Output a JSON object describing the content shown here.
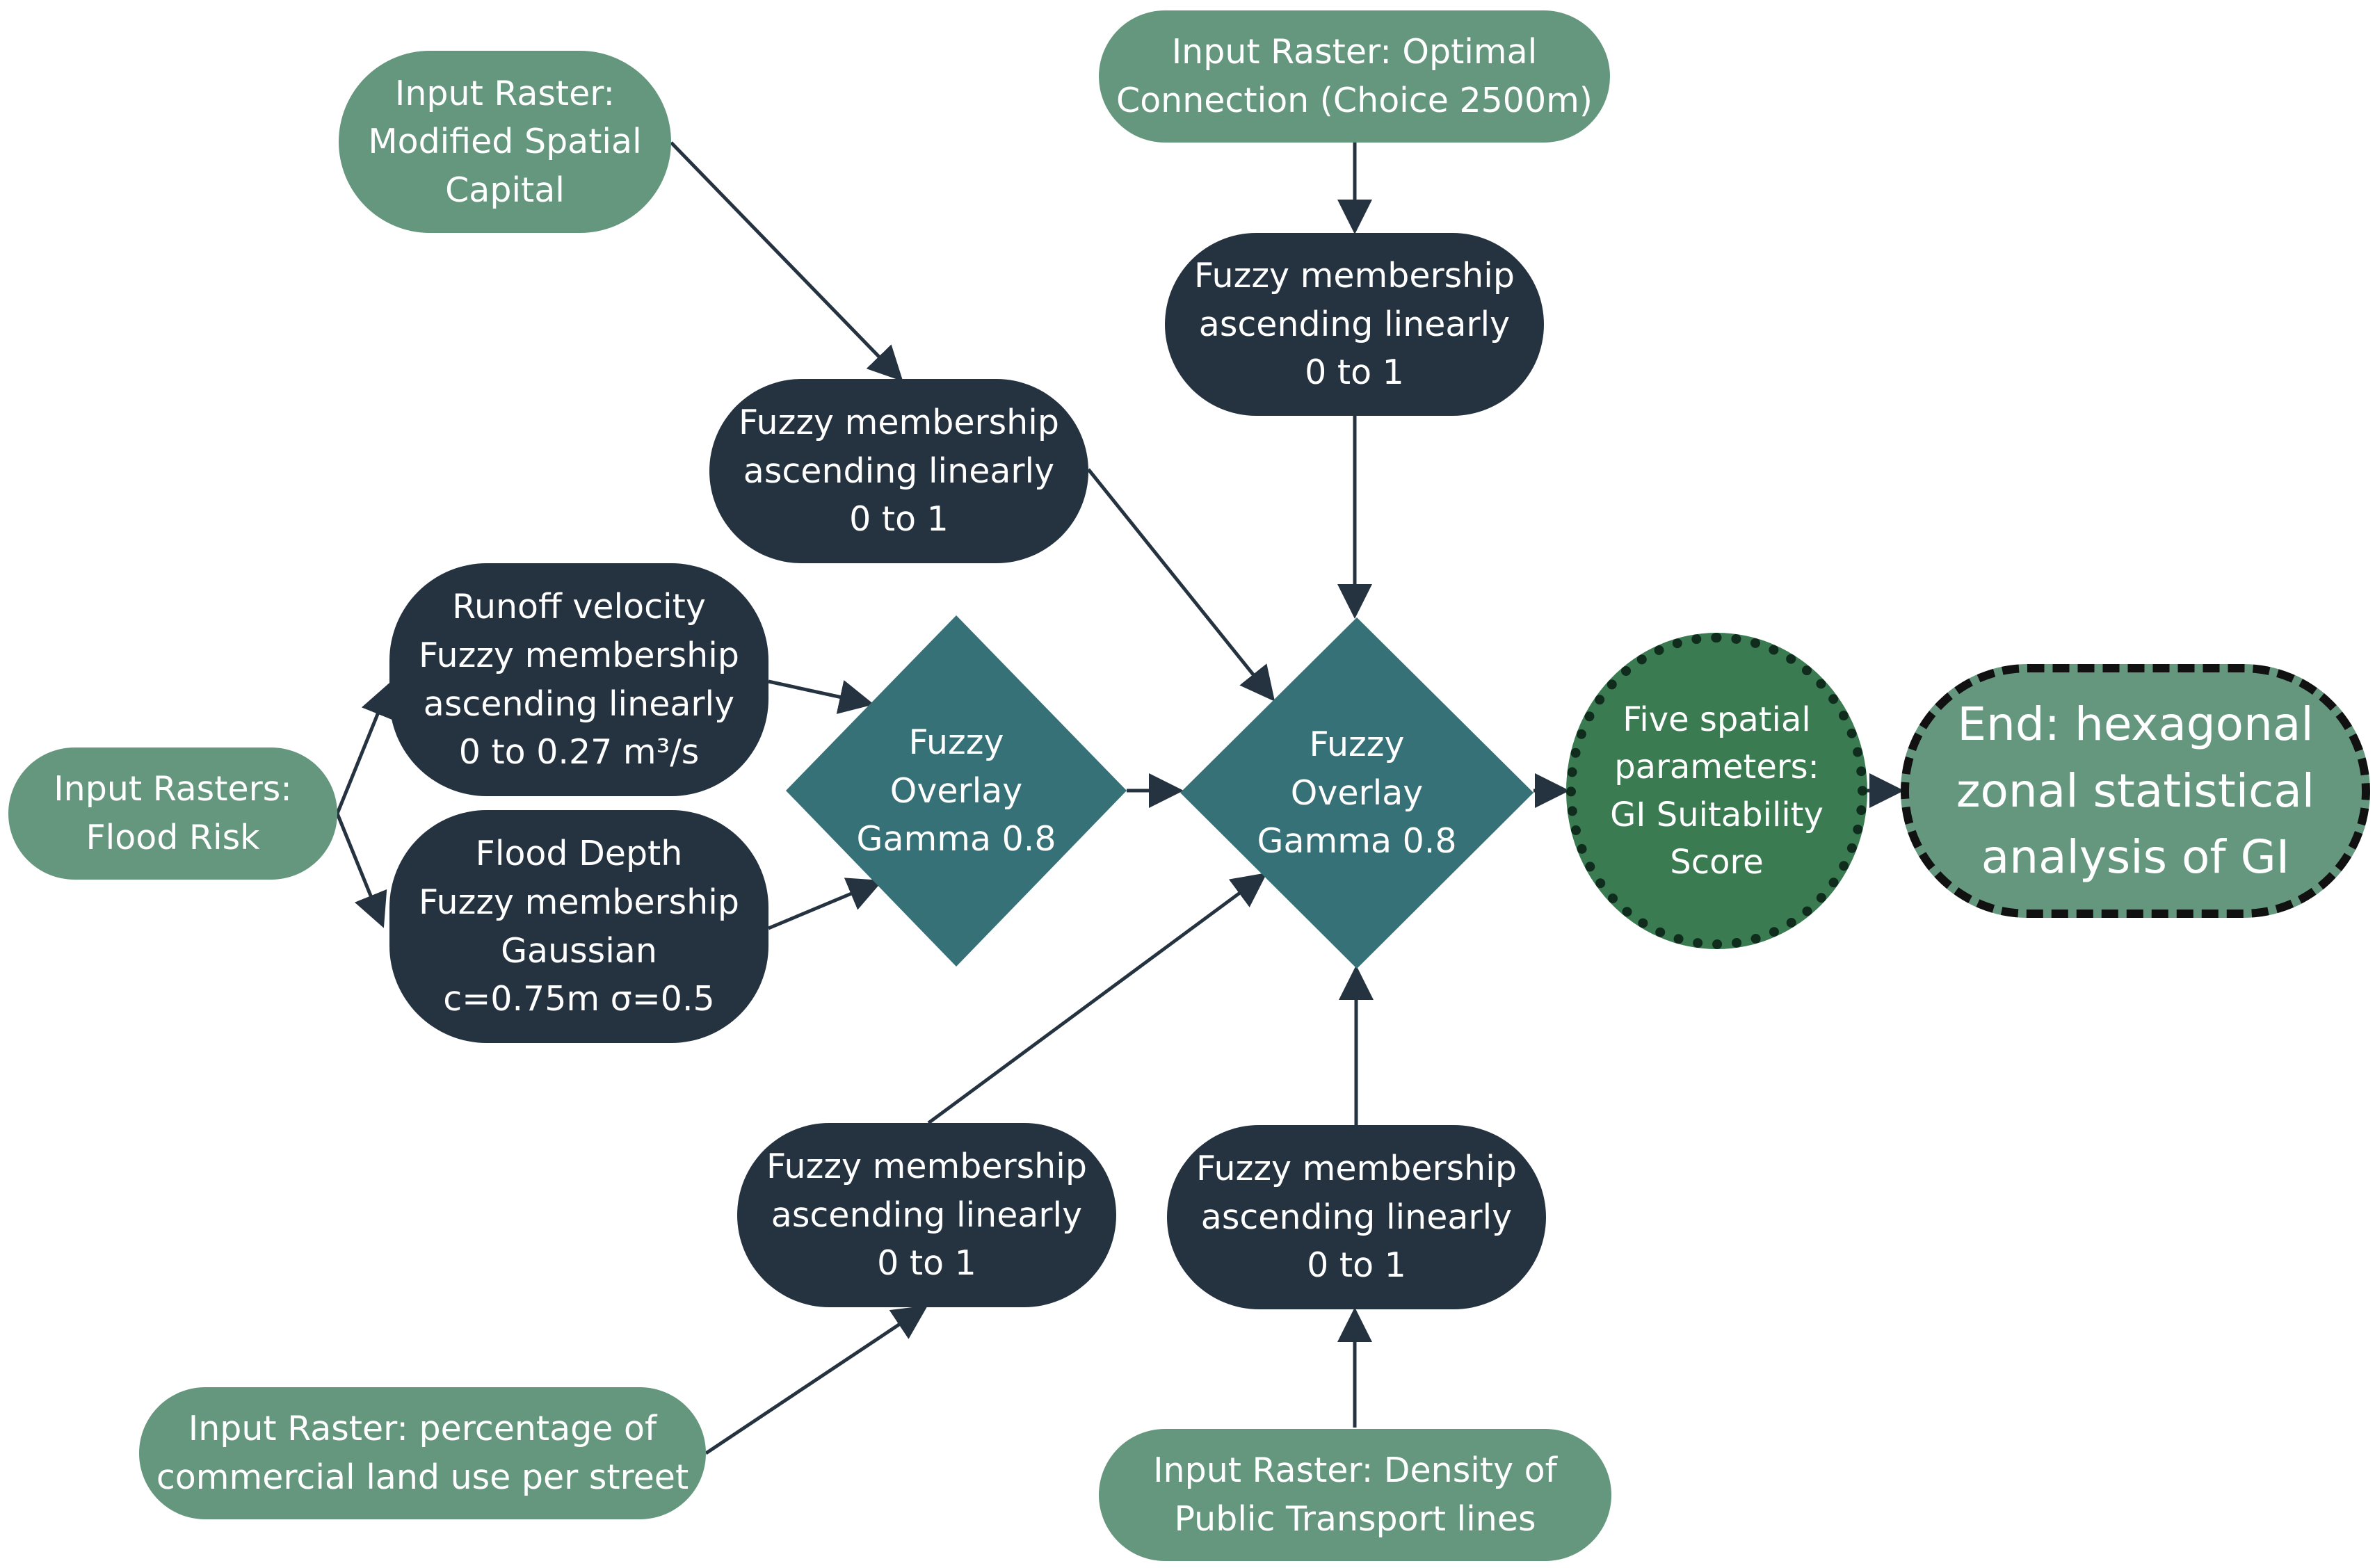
{
  "nodes": {
    "input_spatial_capital": "Input Raster:\nModified Spatial\nCapital",
    "input_optimal_connection": "Input Raster: Optimal\nConnection (Choice 2500m)",
    "fuzzy_spatial_capital": "Fuzzy membership\nascending linearly\n0 to 1",
    "fuzzy_optimal_connection": "Fuzzy membership\nascending linearly\n0 to 1",
    "runoff_velocity": "Runoff velocity\nFuzzy membership\nascending linearly\n0 to 0.27 m³/s",
    "input_flood_risk": "Input Rasters:\nFlood Risk",
    "flood_depth": "Flood Depth\nFuzzy membership\nGaussian\nc=0.75m σ=0.5",
    "overlay_flood": "Fuzzy\nOverlay\nGamma 0.8",
    "overlay_main": "Fuzzy\nOverlay\nGamma 0.8",
    "gi_score": "Five spatial\nparameters:\nGI Suitability\nScore",
    "end": "End: hexagonal\nzonal statistical\nanalysis of GI",
    "fuzzy_commercial": "Fuzzy membership\nascending linearly\n0 to 1",
    "fuzzy_transport": "Fuzzy membership\nascending linearly\n0 to 1",
    "input_commercial": "Input Raster: percentage of\ncommercial land use per street",
    "input_transport": "Input Raster: Density of\nPublic Transport lines"
  },
  "colors": {
    "input_fill": "#65977f",
    "process_fill": "#253340",
    "overlay_fill": "#367177",
    "score_fill": "#3a7b52",
    "arrow": "#253340"
  }
}
